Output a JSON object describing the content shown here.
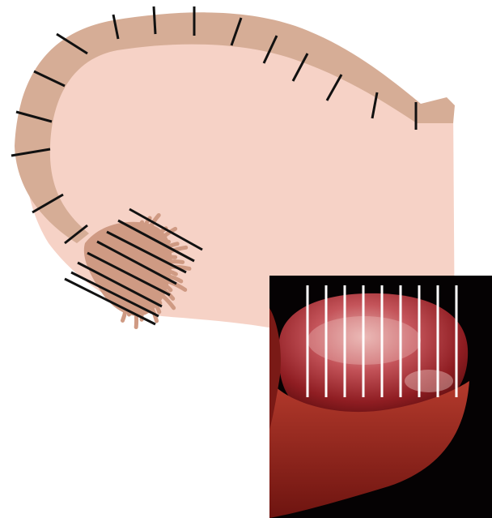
{
  "colors": {
    "background": "#ffffff",
    "specimen_fill": "#f6d2c6",
    "specimen_fill_light": "#fbe2da",
    "wall_band": "#d6ad96",
    "lesion": "#cf9a83",
    "section_line": "#111111",
    "photo_background": "#050203",
    "tissue_dark": "#5a0a0c",
    "tissue_mid": "#a5232a",
    "tissue_light": "#d98a88",
    "photo_section_line": "#ffffff"
  },
  "diagram": {
    "wall_section_lines": 15,
    "lesion_section_lines": 8
  },
  "photo": {
    "section_lines": 9
  }
}
